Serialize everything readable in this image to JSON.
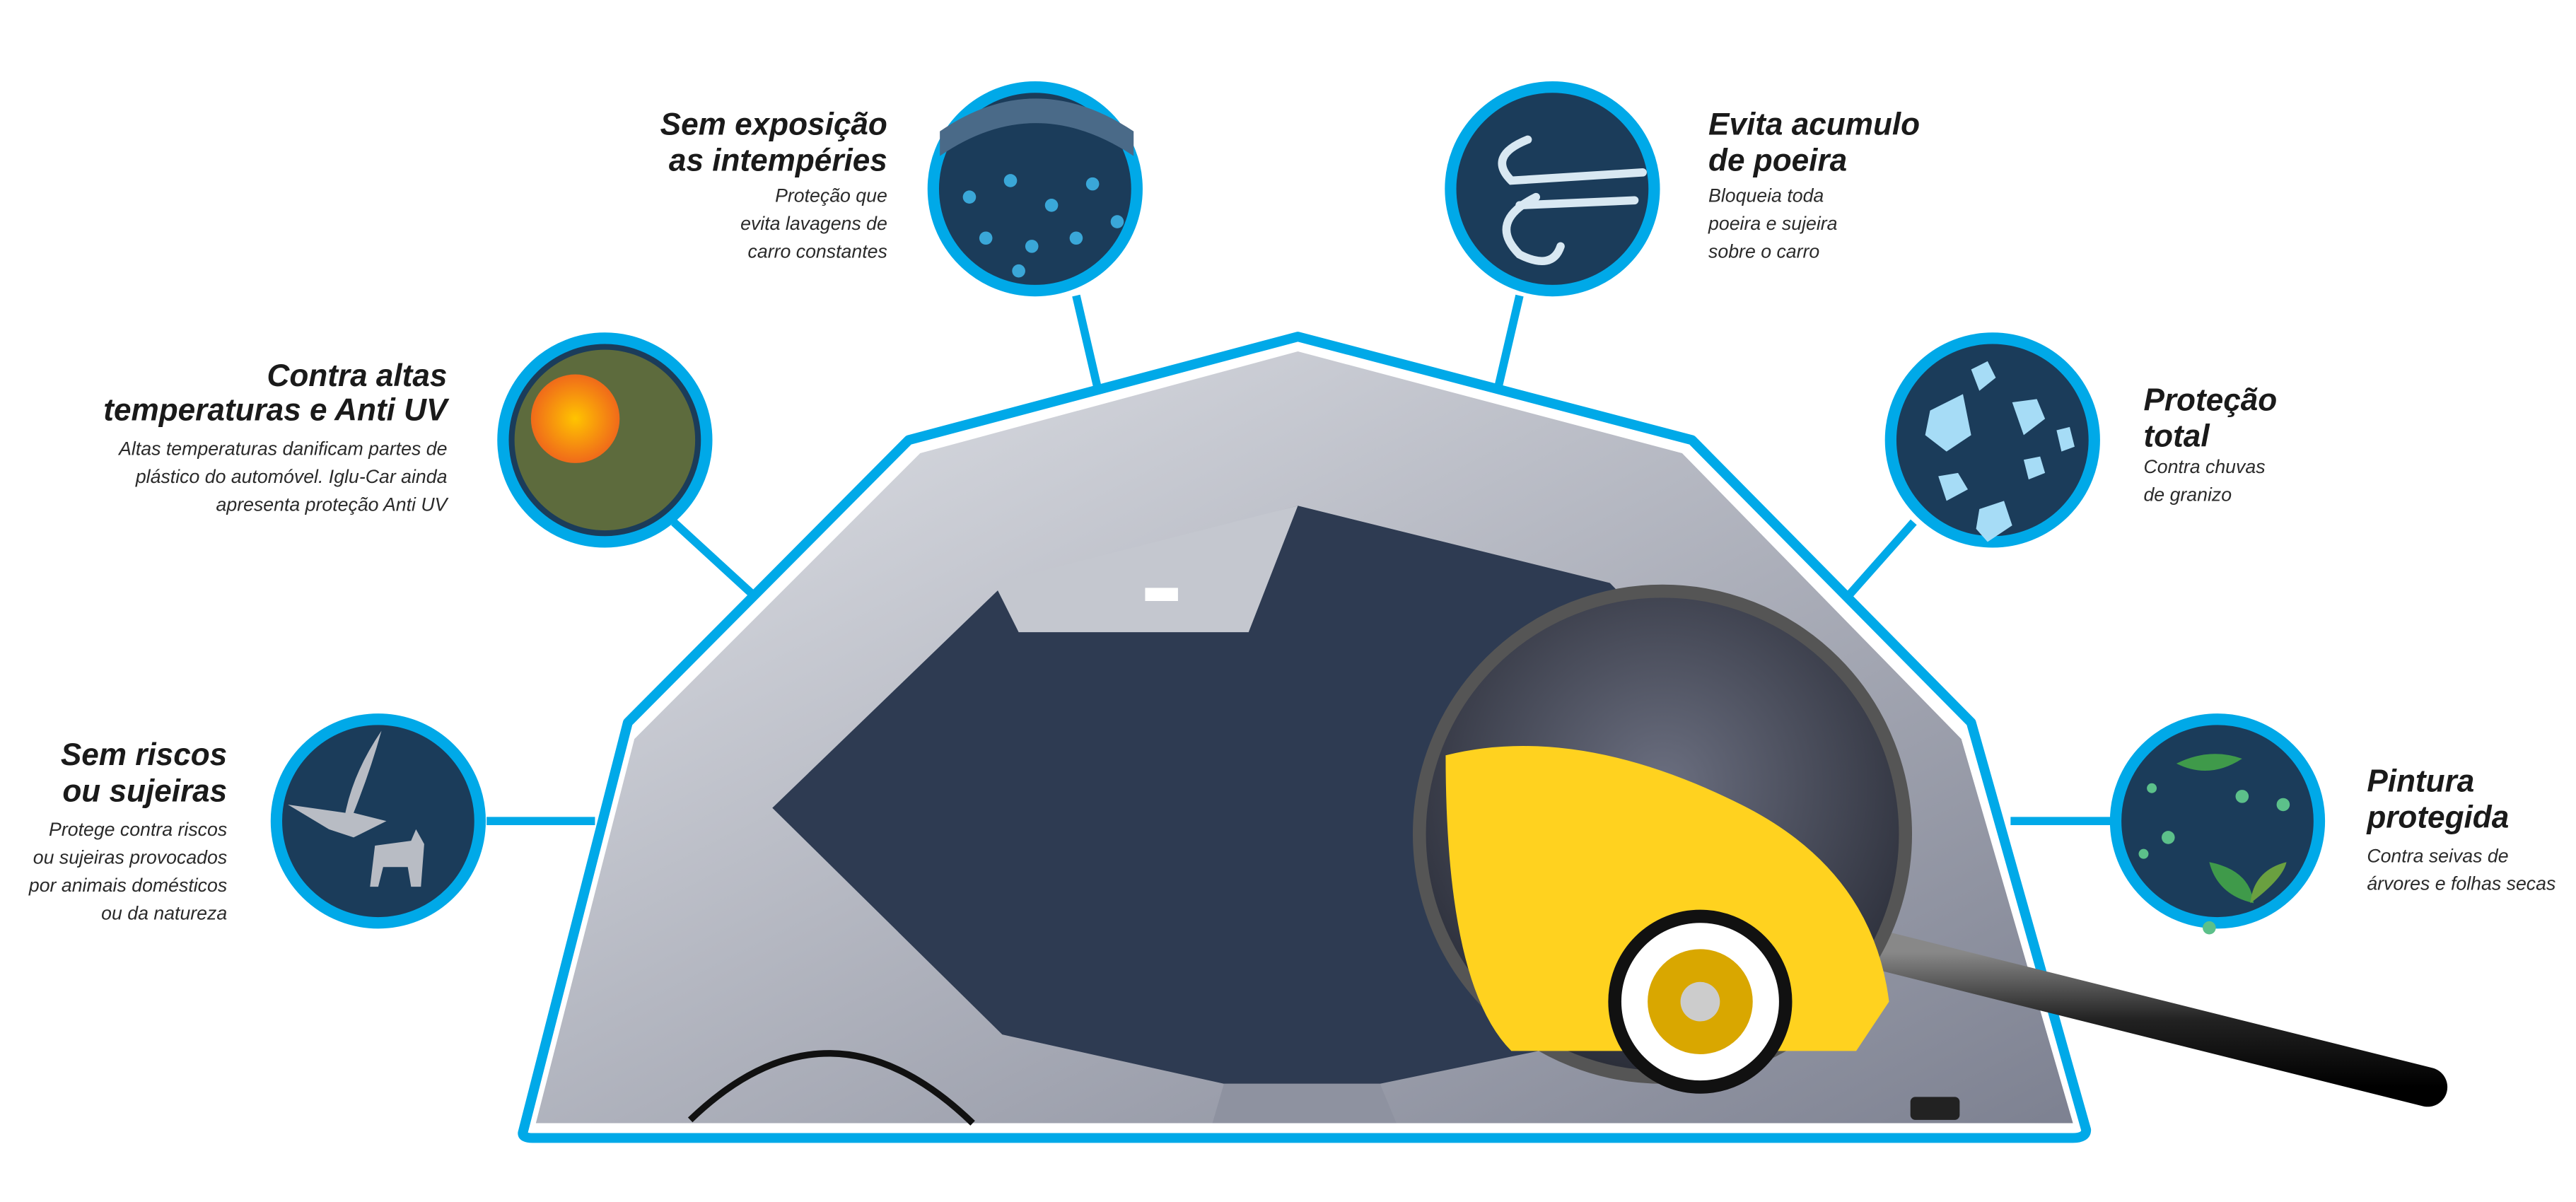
{
  "colors": {
    "accent": "#00a9e8",
    "circle_bg": "#1b3c5a",
    "interior": "#2e3b52",
    "wall": "#c9ccd4",
    "car": "#ffd21f"
  },
  "features": [
    {
      "id": "rain",
      "icon": "rain-icon",
      "title": [
        "Sem exposição",
        "as intempéries"
      ],
      "desc": [
        "Proteção que",
        "evita lavagens de",
        "carro constantes"
      ]
    },
    {
      "id": "dust",
      "icon": "wind-icon",
      "title": [
        "Evita acumulo",
        "de poeira"
      ],
      "desc": [
        "Bloqueia toda",
        "poeira e sujeira",
        "sobre o carro"
      ]
    },
    {
      "id": "heat",
      "icon": "sun-icon",
      "title": [
        "Contra altas",
        "temperaturas e Anti UV"
      ],
      "desc": [
        "Altas temperaturas danificam partes de",
        "plástico do automóvel. Iglu-Car ainda",
        "apresenta proteção Anti UV"
      ]
    },
    {
      "id": "scratch",
      "icon": "bird-cat-icon",
      "title": [
        "Sem riscos",
        "ou sujeiras"
      ],
      "desc": [
        "Protege contra riscos",
        "ou sujeiras provocados",
        "por animais domésticos",
        "ou da natureza"
      ]
    },
    {
      "id": "hail",
      "icon": "hail-icon",
      "title": [
        "Proteção",
        "total"
      ],
      "desc": [
        "Contra chuvas",
        "de granizo"
      ]
    },
    {
      "id": "paint",
      "icon": "leaves-icon",
      "title": [
        "Pintura",
        "protegida"
      ],
      "desc": [
        "Contra seivas de",
        "árvores e folhas secas"
      ]
    }
  ]
}
